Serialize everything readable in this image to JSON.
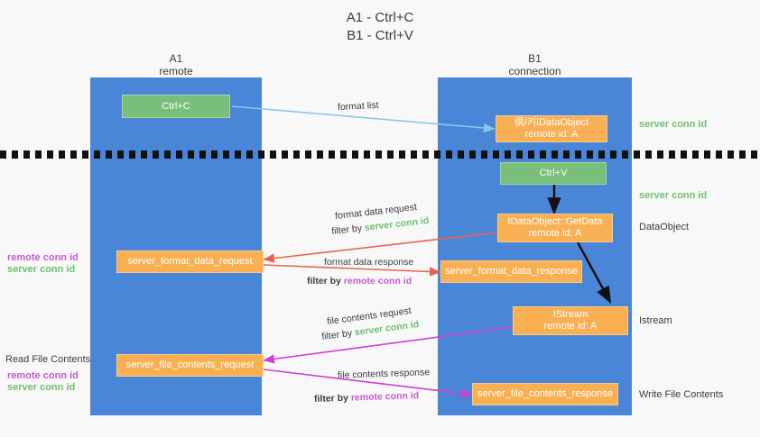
{
  "title": {
    "line1": "A1 - Ctrl+C",
    "line2": "B1 - Ctrl+V"
  },
  "lanes": [
    {
      "name": "A1",
      "sub": "remote"
    },
    {
      "name": "B1",
      "sub": "connection"
    }
  ],
  "boxes": {
    "ctrl_c": "Ctrl+C",
    "ctrl_v": "Ctrl+V",
    "idataobject": {
      "line1": "倶/키IDataObject",
      "line2": "remote id: A"
    },
    "getdata": {
      "line1": "IDataObject::GetData",
      "line2": "remote id: A"
    },
    "istream": {
      "line1": "IStream",
      "line2": "remote id: A"
    },
    "server_format_data_request": "server_format_data_request",
    "server_format_data_response": "server_format_data_response",
    "server_file_contents_request": "server_file_contents_request",
    "server_file_contents_response": "server_file_contents_response"
  },
  "right_labels": {
    "server_conn_id_top": "server conn id",
    "server_conn_id_second": "server conn id",
    "dataobject": "DataObject",
    "istream": "Istream",
    "write_file_contents": "Write File Contents"
  },
  "left_labels": {
    "remote_conn_id_1": "remote conn id",
    "server_conn_id_1": "server conn id",
    "read_file_contents": "Read File Contents",
    "remote_conn_id_2": "remote conn id",
    "server_conn_id_2": "server conn id"
  },
  "edge_labels": {
    "format_list": "format list",
    "format_data_request": "format data request",
    "format_data_request_filter_prefix": "filter by ",
    "format_data_request_filter_value": "server conn id",
    "format_data_response": "format data response",
    "format_data_response_filter_prefix": "filter by ",
    "format_data_response_filter_value": "remote conn id",
    "file_contents_request": "file contents request",
    "file_contents_request_filter_prefix": "filter by ",
    "file_contents_request_filter_value": "server conn id",
    "file_contents_response": "file contents response",
    "file_contents_response_filter_prefix": "filter by ",
    "file_contents_response_filter_value": "remote conn id"
  },
  "colors": {
    "lane": "#4a86d8",
    "orange": "#f8b053",
    "green_box": "#79bf79",
    "green_text": "#6ec06e",
    "purple_text": "#c45ad0",
    "red_arrow": "#e8634f",
    "magenta_arrow": "#cf3fd0",
    "blue_arrow": "#8cc6ea",
    "dark_arrow": "#111111",
    "background": "#f8f8f8"
  }
}
